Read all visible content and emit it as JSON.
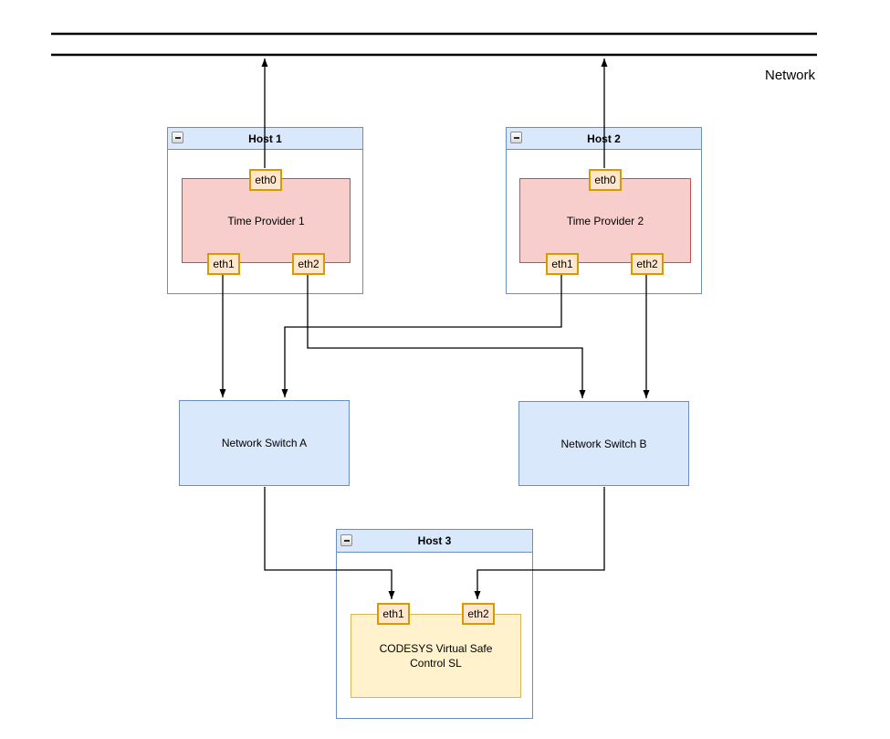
{
  "network": {
    "label": "Network"
  },
  "hosts": [
    {
      "title": "Host 1",
      "component": "Time Provider 1",
      "ports": {
        "eth0": "eth0",
        "eth1": "eth1",
        "eth2": "eth2"
      }
    },
    {
      "title": "Host 2",
      "component": "Time Provider 2",
      "ports": {
        "eth0": "eth0",
        "eth1": "eth1",
        "eth2": "eth2"
      }
    },
    {
      "title": "Host 3",
      "component": "CODESYS Virtual Safe Control SL",
      "ports": {
        "eth1": "eth1",
        "eth2": "eth2"
      }
    }
  ],
  "switches": [
    {
      "label": "Network Switch A"
    },
    {
      "label": "Network Switch B"
    }
  ],
  "colors": {
    "host_fill": "#dae8fc",
    "host_stroke": "#6c8ebf",
    "provider_fill": "#f8cecc",
    "provider_stroke": "#b85450",
    "port_fill": "#ffe6cc",
    "port_stroke": "#d79b00",
    "app_fill": "#fff2cc",
    "app_stroke": "#d6b656",
    "connector": "#000000"
  }
}
